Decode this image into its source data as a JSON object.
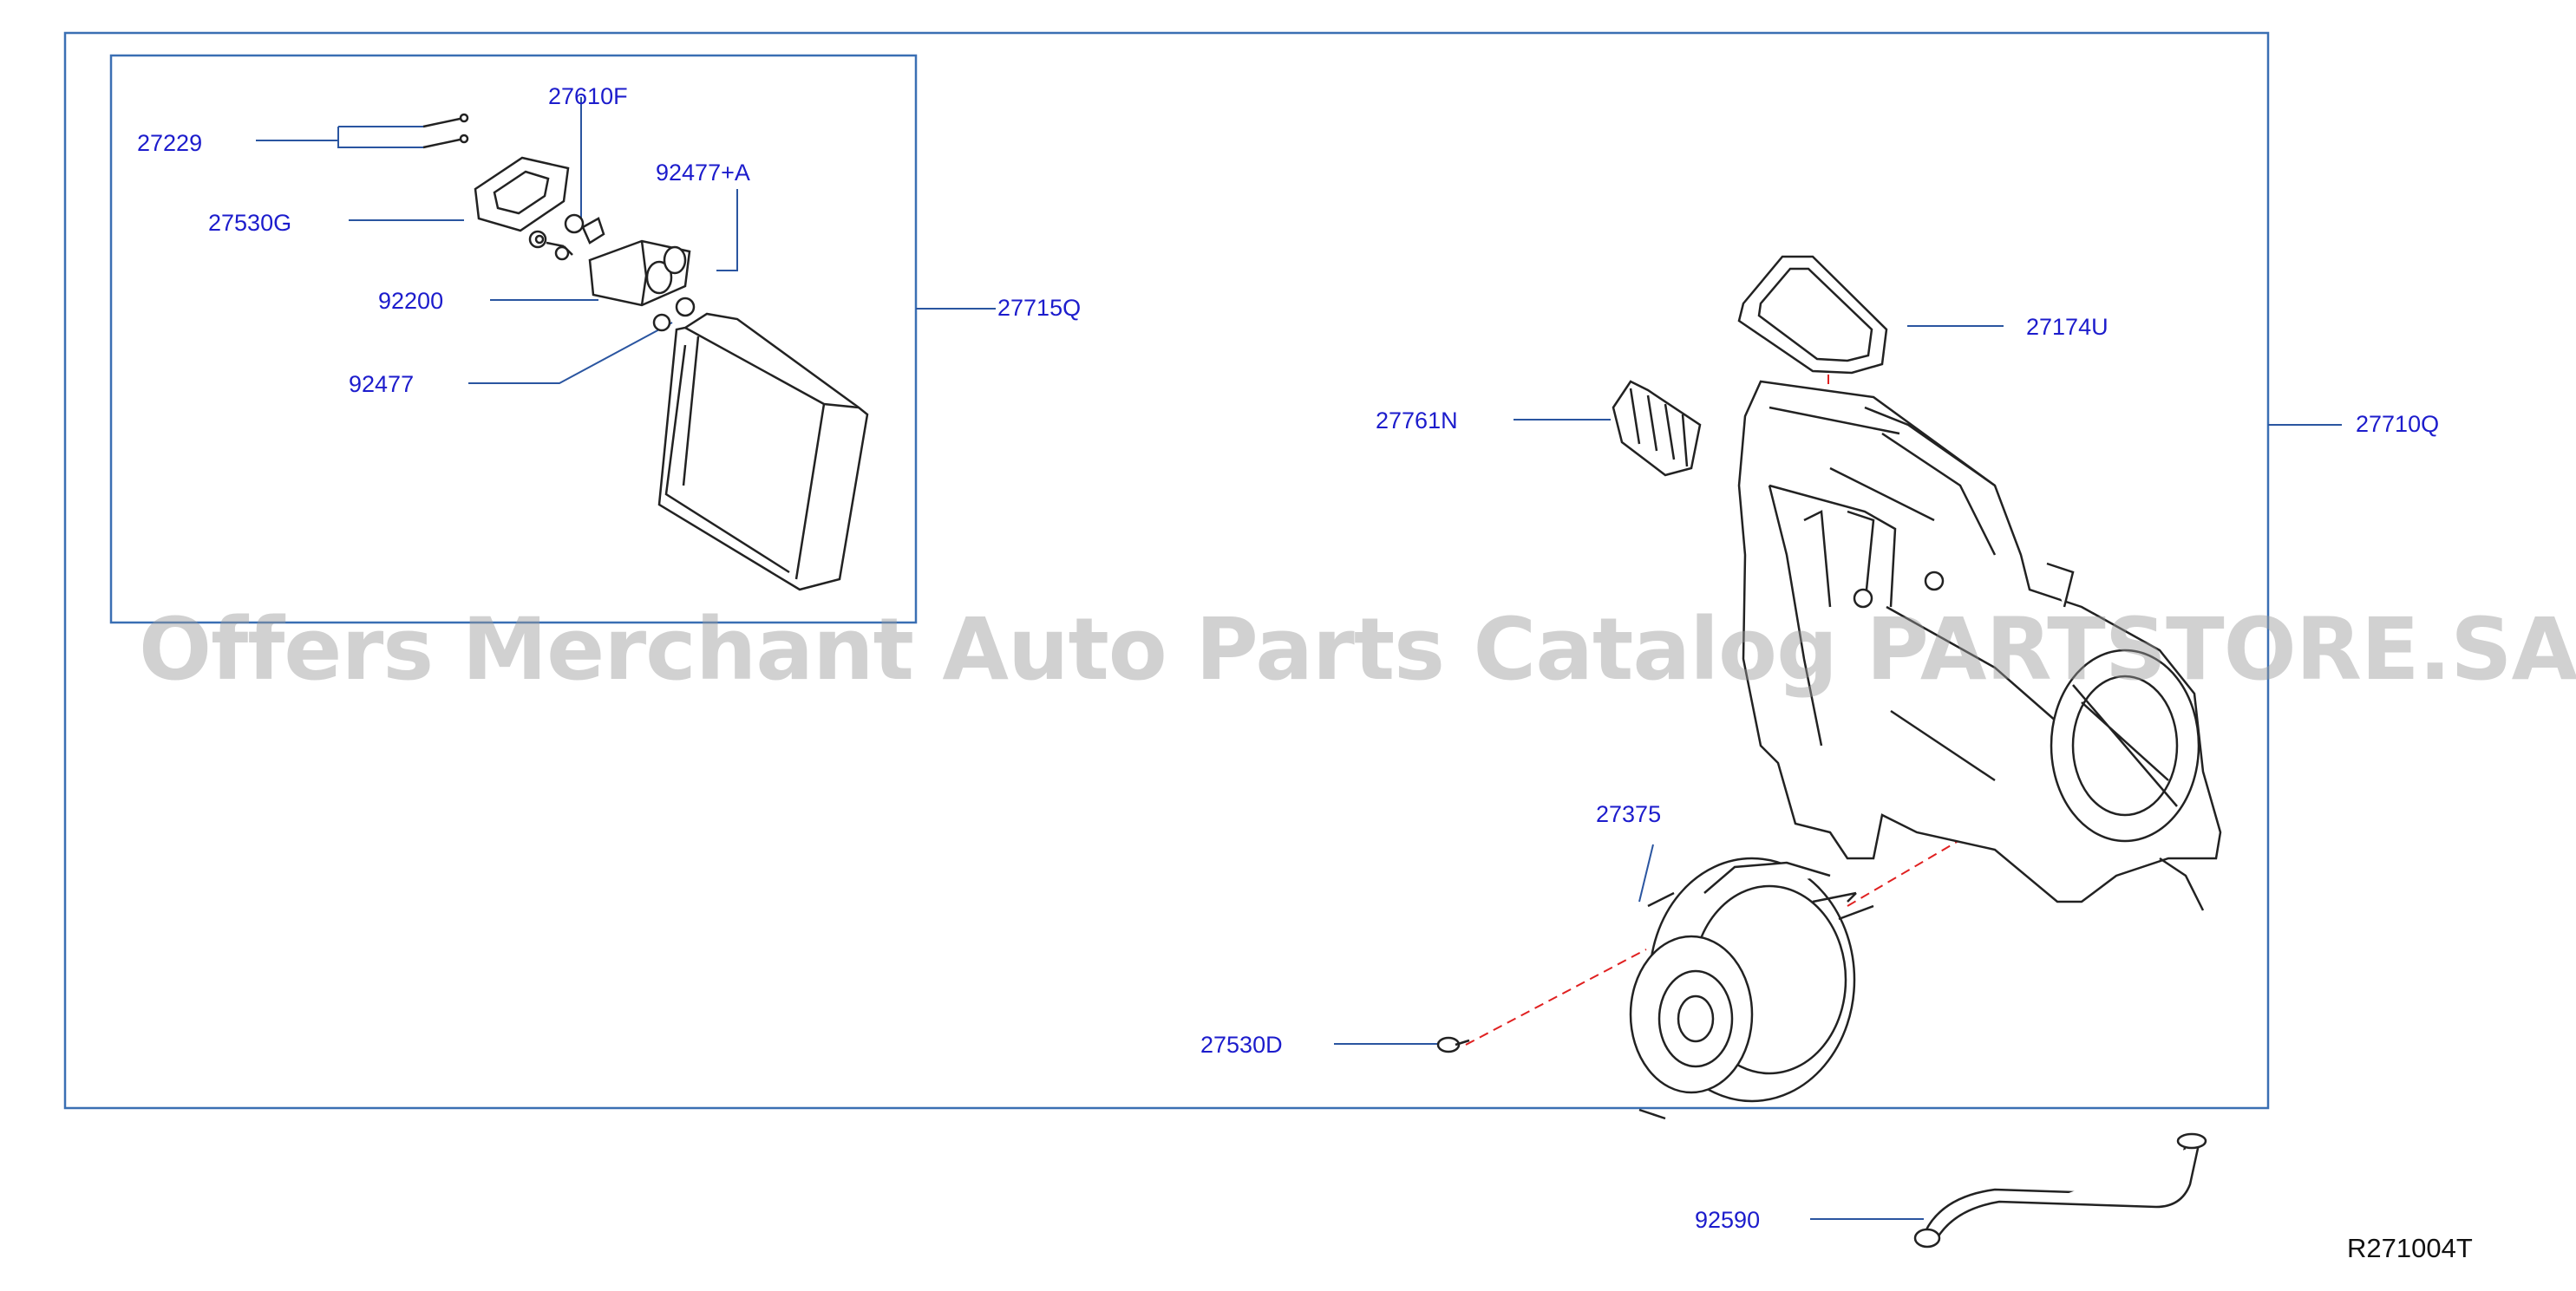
{
  "diagram": {
    "labels": {
      "p27229": "27229",
      "p27610F": "27610F",
      "p27530G": "27530G",
      "p92477A": "92477+A",
      "p92200": "92200",
      "p27715Q": "27715Q",
      "p92477": "92477",
      "p27174U": "27174U",
      "p27761N": "27761N",
      "p27710Q": "27710Q",
      "p27375": "27375",
      "p27530D": "27530D",
      "p92590": "92590"
    },
    "diagram_code": "R271004T",
    "watermark": "Offers Merchant Auto Parts Catalog PARTSTORE.SA",
    "colors": {
      "frame": "#3a6fb3",
      "leader": "#2a55a0",
      "label": "#1c1ccc",
      "part": "#222222",
      "dash": "#e02020"
    }
  }
}
